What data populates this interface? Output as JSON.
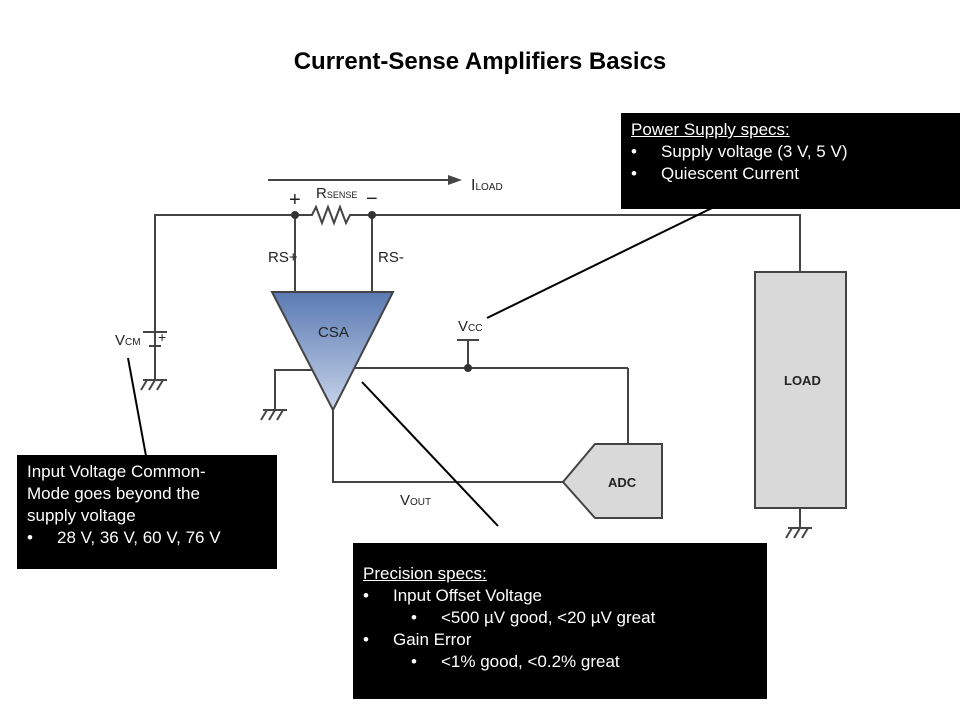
{
  "title": "Current-Sense Amplifiers Basics",
  "circuit": {
    "iload_main": "I",
    "iload_sub": "LOAD",
    "rsense_main": "R",
    "rsense_sub": "SENSE",
    "plus": "+",
    "minus": "−",
    "rs_plus": "RS+",
    "rs_minus": "RS-",
    "csa": "CSA",
    "vcc_main": "V",
    "vcc_sub": "CC",
    "vcm_main": "V",
    "vcm_sub": "CM",
    "battery_plus": "+",
    "vout_main": "V",
    "vout_sub": "OUT",
    "adc": "ADC",
    "load": "LOAD"
  },
  "callouts": {
    "power": {
      "heading": "Power Supply specs:",
      "items": [
        "Supply voltage (3 V, 5 V)",
        "Quiescent Current"
      ]
    },
    "input": {
      "lines": [
        "Input Voltage Common-",
        "Mode goes beyond the",
        "supply voltage"
      ],
      "items": [
        "28 V, 36 V, 60 V, 76 V"
      ]
    },
    "precision": {
      "heading": "Precision specs:",
      "item1": "Input Offset Voltage",
      "sub1": "<500 µV good,  <20 µV great",
      "item2": "Gain Error",
      "sub2": "<1% good,  <0.2% great"
    }
  },
  "colors": {
    "csa_fill_top": "#5a7ab2",
    "csa_fill_bottom": "#c7d3ea",
    "load_fill": "#d9d9d9",
    "adc_fill": "#d9d9d9",
    "callout_bg": "#000000"
  }
}
